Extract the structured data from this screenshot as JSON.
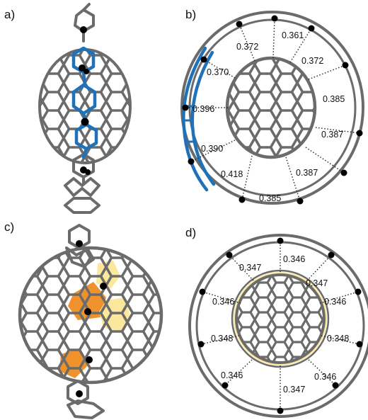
{
  "panels": {
    "a": {
      "label": "a)"
    },
    "b": {
      "label": "b)",
      "distances": [
        "0.361",
        "0.372",
        "0.372",
        "0.370",
        "0.385",
        "0.396",
        "0.387",
        "0.390",
        "0.387",
        "0.418",
        "0.385"
      ]
    },
    "c": {
      "label": "c)"
    },
    "d": {
      "label": "d)",
      "distances": [
        "0.346",
        "0.347",
        "0.347",
        "0.346",
        "0.346",
        "0.348",
        "0.348",
        "0.346",
        "0.346",
        "0.347"
      ]
    }
  },
  "colors": {
    "bond": "#6b6b6b",
    "ring_highlight": "#1f72b8",
    "orange": "#f0922b",
    "yellow": "#fbe89c"
  }
}
